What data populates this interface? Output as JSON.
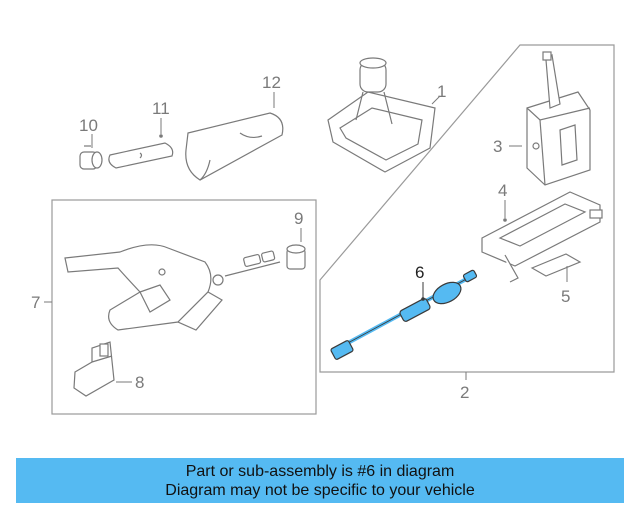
{
  "diagram": {
    "callouts": {
      "c1": "1",
      "c2": "2",
      "c3": "3",
      "c4": "4",
      "c5": "5",
      "c6": "6",
      "c7": "7",
      "c8": "8",
      "c9": "9",
      "c10": "10",
      "c11": "11",
      "c12": "12"
    },
    "highlighted_part": "6",
    "colors": {
      "line": "#7a7a7a",
      "highlight": "#55baf2",
      "banner": "#55baf2"
    }
  },
  "banner": {
    "line1": "Part or sub-assembly is #6 in diagram",
    "line2": "Diagram may not be specific to your vehicle"
  }
}
